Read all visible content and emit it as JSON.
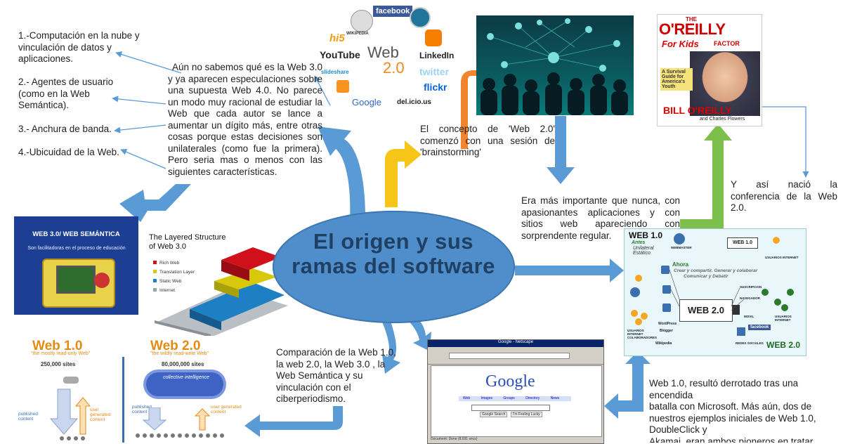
{
  "center": {
    "title": "El origen y sus ramas del software"
  },
  "left_list": [
    {
      "text": "1.-Computación en la nube y vinculación de datos y aplicaciones."
    },
    {
      "text": "2.- Agentes de usuario (como en la Web Semántica)."
    },
    {
      "text": "3.- Anchura de banda."
    },
    {
      "text": "4.-Ubicuidad de la Web."
    }
  ],
  "intro_paragraph": "Aún no sabemos qué es la Web 3.0 y ya aparecen especulaciones sobre una supuesta Web 4.0. No parece un modo muy racional de estudiar la Web que cada autor se lance a aumentar un dígito más, entre otras cosas porque estas decisiones son unilaterales (como fue la primera). Pero seria mas o menos con las siguientes características.",
  "concept_paragraph": "El concepto de 'Web 2.0' comenzó con una sesión de 'brainstorming'",
  "important_paragraph": "Era más importante que nunca, con apasionantes aplicaciones y con sitios web apareciendo con sorprendente regular.",
  "conference_paragraph": "Y así nació la conferencia de la Web 2.0.",
  "comparison_paragraph": "Comparación de la Web 1.0, la web 2.0, la Web 3.0 , la Web Semántica y su vinculación con el ciberperiodismo.",
  "web1_paragraph": [
    "Web 1.0, resultó derrotado tras una encendida",
    "batalla con Microsoft. Más aún, dos de nuestros ejemplos iniciales de Web 1.0, DoubleClick y",
    "Akamai, eran ambos pioneros en tratar"
  ],
  "logo_cloud": {
    "center_line1": "Web",
    "center_line2": "2.0",
    "logos": [
      "facebook",
      "WIKIPEDIA",
      "hi5",
      "YouTube",
      "slideshare",
      "LinkedIn",
      "twitter",
      "flickr",
      "Google",
      "del.icio.us"
    ]
  },
  "book": {
    "title1": "THE",
    "title2": "O'REILLY",
    "title3": "FACTOR",
    "subtitle": "For Kids",
    "blurb": "A Survival Guide for America's Youth",
    "author": "BILL O'REILLY",
    "coauthor": "and Charles Flowers"
  },
  "slide3": {
    "title": "WEB 3.0/ WEB SEMÁNTICA",
    "subtitle": "Son facilitadoras en el proceso de educación"
  },
  "layered": {
    "title": "The Layered Structure of Web 3.0",
    "legend": [
      "Rich Web",
      "Translation Layer",
      "Static Web",
      "Internet"
    ],
    "colors": [
      "#d0111b",
      "#d7c80a",
      "#1f7fc4",
      "#9aa3ab"
    ]
  },
  "compare": {
    "w1_title": "Web 1.0",
    "w1_sub": "\"the mostly read-only Web\"",
    "w1_sites": "250,000 sites",
    "w1_left": "published content",
    "w1_right": "user generated content",
    "w2_title": "Web 2.0",
    "w2_sub": "\"the wildly read-write Web\"",
    "w2_sites": "80,000,000 sites",
    "w2_cloud": "collective intelligence",
    "w2_left": "published content",
    "w2_right": "user generated content"
  },
  "google": {
    "window_title": "Google - Netscape",
    "logo": "Google",
    "tabs": [
      "Web",
      "Images",
      "Groups",
      "Directory",
      "News"
    ],
    "btn1": "Google Search",
    "btn2": "I'm Feeling Lucky",
    "status": "Document: Done (8.031 secs)"
  },
  "web12": {
    "w1_label": "WEB 1.0",
    "antes": "Antes",
    "unilateral": "Unilateral",
    "estatico": "Estático",
    "webmaster": "WEBMASTER",
    "usuarios_internet": "USUARIOS INTERNET",
    "box1": "WEB 1.0",
    "ahora": "Ahora",
    "crear": "Crear y compartir. Generar y colaborar",
    "comunicar": "Comunicar y Debatir",
    "box2": "WEB 2.0",
    "w2_label": "WEB 2.0",
    "labels": [
      "SUSCRIPCION",
      "NAVEGADOR",
      "MOVIL",
      "USUARIOS INTERNET",
      "USUARIOS INTERNET COLABORADORES",
      "REDES SOCIALES",
      "facebook",
      "Blogger",
      "WordPress",
      "Wikipedia"
    ]
  },
  "colors": {
    "ellipse": "#4f8ecb",
    "title": "#1f3f63",
    "arrow_blue": "#5b9bd5",
    "arrow_orange": "#f0852d",
    "arrow_yellow": "#f5c518",
    "arrow_green": "#7cc04b"
  }
}
